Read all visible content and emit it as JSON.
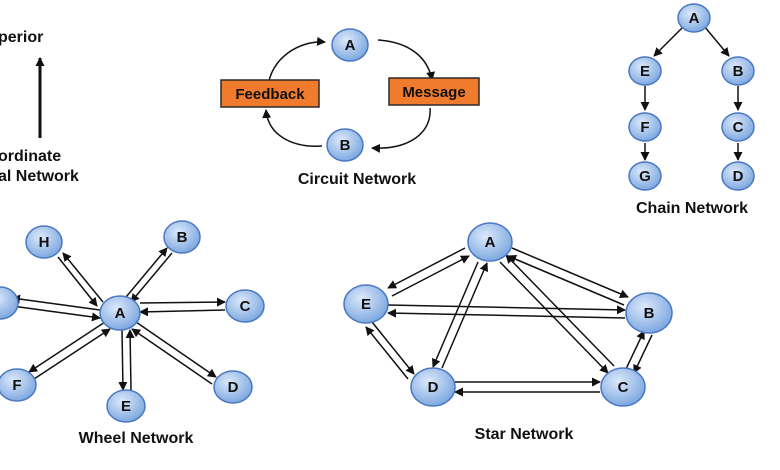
{
  "colors": {
    "node_fill": "#8fb6e8",
    "node_stroke": "#4a78c2",
    "box_fill": "#f07b2c",
    "box_stroke": "#2a2a2a",
    "arrow": "#111111"
  },
  "chain_vertical": {
    "top_label": "perior",
    "bottom_line1": "ordinate",
    "bottom_line2": "al Network"
  },
  "circuit": {
    "caption": "Circuit Network",
    "node_top": "A",
    "node_bottom": "B",
    "box_left": "Feedback",
    "box_right": "Message"
  },
  "chain": {
    "caption": "Chain Network",
    "nodes": [
      "A",
      "E",
      "B",
      "F",
      "C",
      "G",
      "D"
    ]
  },
  "wheel": {
    "caption": "Wheel Network",
    "center": "A",
    "spokes": [
      "H",
      "B",
      "C",
      "D",
      "E",
      "F"
    ]
  },
  "star": {
    "caption": "Star Network",
    "nodes": [
      "A",
      "E",
      "B",
      "D",
      "C"
    ]
  }
}
